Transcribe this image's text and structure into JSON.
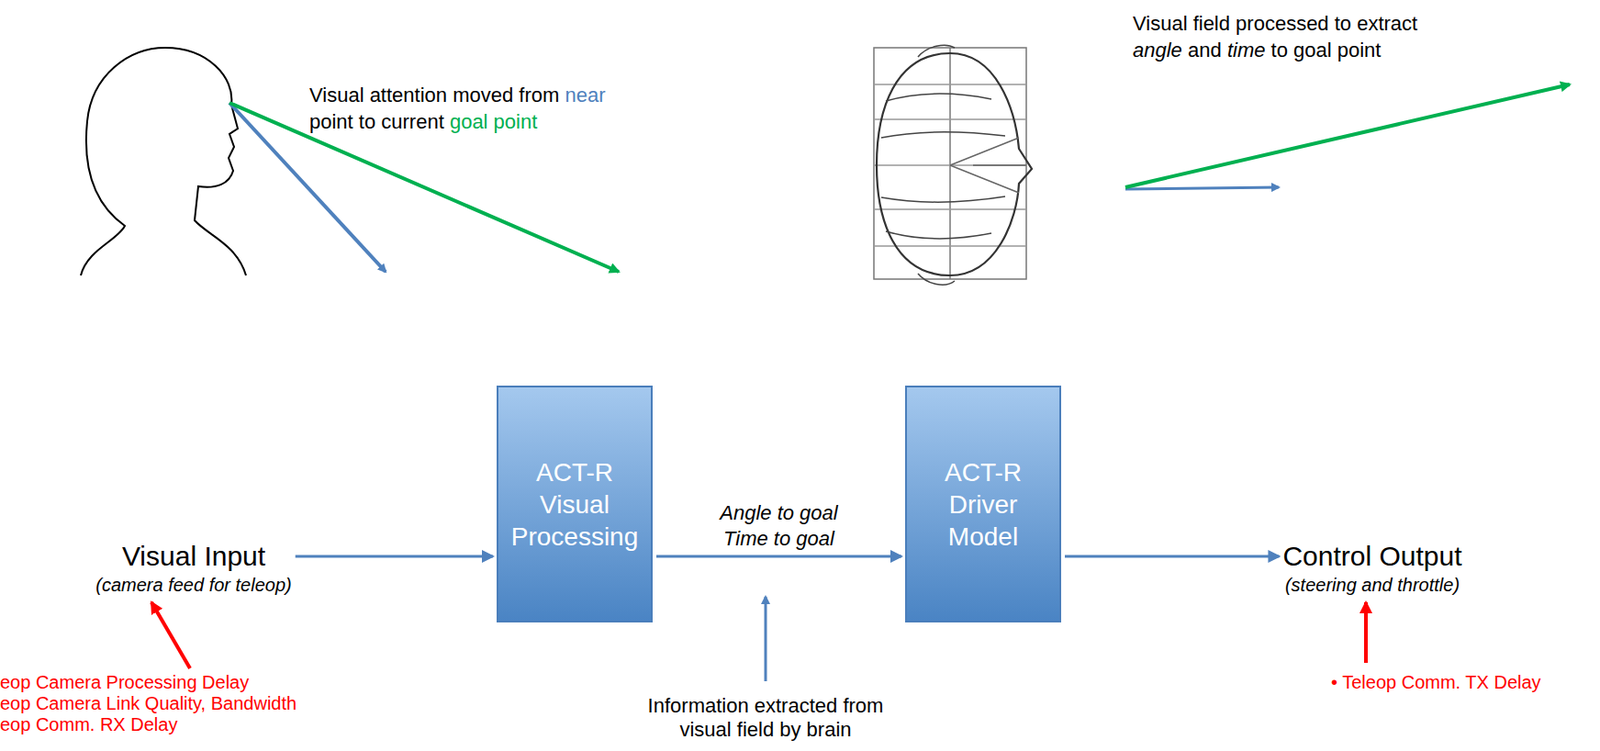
{
  "diagram": {
    "nodes": [
      {
        "text": [
          "Visual Input",
          "(camera feed for teleop)"
        ]
      },
      {
        "text": [
          "ACT-R Visual Processing"
        ]
      },
      {
        "text": [
          "ACT-R Driver Model"
        ]
      },
      {
        "text": [
          "Control Output",
          "(steering and throttle)"
        ]
      }
    ],
    "edges": [
      {
        "from": 0,
        "to": 1,
        "arrow": "to"
      },
      {
        "from": 1,
        "to": 2,
        "label": "Angle to goal Time to goal",
        "arrow": "to"
      },
      {
        "from": 2,
        "to": 3,
        "arrow": "to"
      }
    ],
    "labels": [
      "Visual attention moved from",
      "near",
      "point to current",
      "goal point",
      "Visual field processed to extract",
      "angle",
      "and",
      "time",
      "to goal point",
      "Information extracted from visual field by brain",
      "eop Camera Processing Delay",
      "eop Camera Link Quality, Bandwidth",
      "eop Comm. RX Delay",
      "• Teleop Comm. TX Delay"
    ]
  }
}
